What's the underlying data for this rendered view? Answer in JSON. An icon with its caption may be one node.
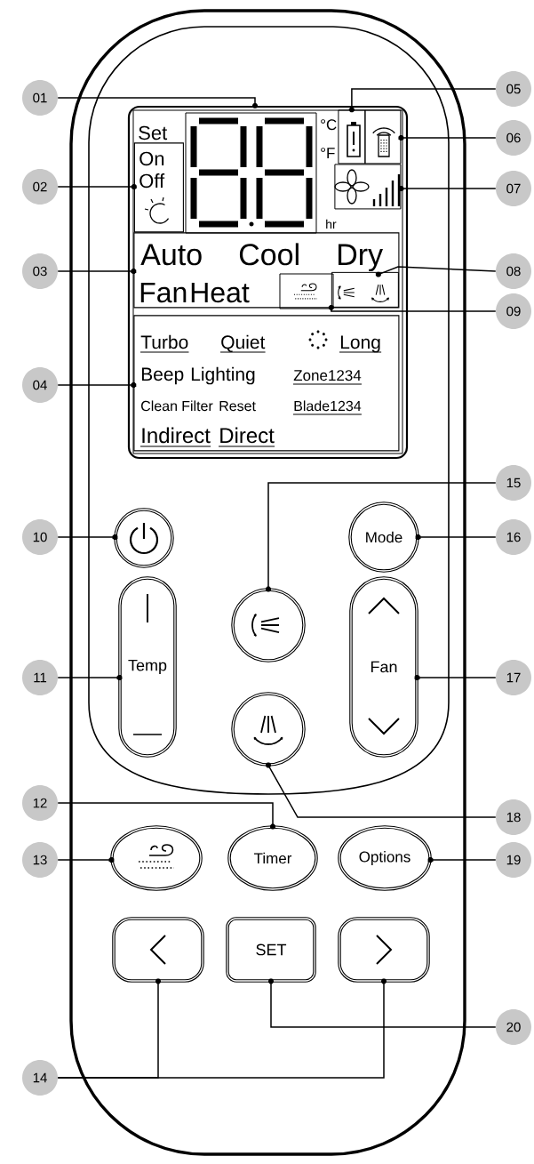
{
  "diagram": {
    "nodes": [
      {
        "text": [
          "Set",
          "°C",
          "°F",
          "hr"
        ]
      },
      {
        "text": [
          "On",
          "Off"
        ],
        "in": 0
      },
      {
        "text": [
          "Auto",
          "Cool",
          "Dry",
          "Fan",
          "Heat"
        ],
        "in": 0
      },
      {
        "text": [
          "Turbo",
          "Quiet",
          "Long",
          "Beep",
          "Lighting",
          "Zone1234",
          "Clean",
          "Filter",
          "Reset",
          "Blade1234",
          "Indirect",
          "Direct"
        ],
        "in": 0
      },
      {
        "text": [],
        "shape": "box",
        "in": 0
      },
      {
        "text": [],
        "shape": "box",
        "in": 0
      },
      {
        "text": [],
        "shape": "box",
        "in": 0
      },
      {
        "text": [],
        "shape": "box",
        "in": 2
      },
      {
        "text": [],
        "shape": "picture",
        "in": 7
      },
      {
        "text": [],
        "shape": "circle"
      },
      {
        "text": [
          "Mode"
        ]
      },
      {
        "text": [],
        "shape": "circle"
      },
      {
        "text": [
          "Temp"
        ]
      },
      {
        "text": [
          "Fan"
        ]
      },
      {
        "text": [],
        "shape": "circle"
      },
      {
        "text": [],
        "shape": "oval"
      },
      {
        "text": [
          "Timer"
        ]
      },
      {
        "text": [
          "Options"
        ]
      },
      {
        "text": [],
        "shape": "box"
      },
      {
        "text": [
          "SET"
        ]
      },
      {
        "text": [],
        "shape": "box"
      },
      {
        "text": [
          "01"
        ]
      },
      {
        "text": [
          "02"
        ]
      },
      {
        "text": [
          "03"
        ]
      },
      {
        "text": [
          "04"
        ]
      },
      {
        "text": [
          "05"
        ]
      },
      {
        "text": [
          "06"
        ]
      },
      {
        "text": [
          "07"
        ]
      },
      {
        "text": [
          "08"
        ]
      },
      {
        "text": [
          "09"
        ]
      },
      {
        "text": [
          "10"
        ]
      },
      {
        "text": [
          "11"
        ]
      },
      {
        "text": [
          "12"
        ]
      },
      {
        "text": [
          "13"
        ]
      },
      {
        "text": [
          "14"
        ]
      },
      {
        "text": [
          "15"
        ]
      },
      {
        "text": [
          "16"
        ]
      },
      {
        "text": [
          "17"
        ]
      },
      {
        "text": [
          "18"
        ]
      },
      {
        "text": [
          "19"
        ]
      },
      {
        "text": [
          "20"
        ]
      }
    ],
    "edges": [
      {
        "from": 21,
        "to": 0,
        "arrow": "other"
      },
      {
        "from": 22,
        "to": 1,
        "arrow": "other"
      },
      {
        "from": 23,
        "to": 2,
        "arrow": "other"
      },
      {
        "from": 24,
        "to": 3,
        "arrow": "other"
      },
      {
        "from": 25,
        "to": 4,
        "arrow": "other"
      },
      {
        "from": 26,
        "to": 5,
        "arrow": "other"
      },
      {
        "from": 27,
        "to": 6,
        "arrow": "other"
      },
      {
        "from": 28,
        "to": 8,
        "arrow": "other"
      },
      {
        "from": 29,
        "to": 7,
        "arrow": "other"
      },
      {
        "from": 30,
        "to": 9,
        "arrow": "other"
      },
      {
        "from": 31,
        "to": 12,
        "arrow": "other"
      },
      {
        "from": 32,
        "to": 16,
        "arrow": "other"
      },
      {
        "from": 33,
        "to": 15,
        "arrow": "other"
      },
      {
        "from": 34,
        "to": 18,
        "arrow": "other"
      },
      {
        "from": 34,
        "to": 20,
        "arrow": "other"
      },
      {
        "from": 35,
        "to": 11,
        "arrow": "other"
      },
      {
        "from": 36,
        "to": 10,
        "arrow": "other"
      },
      {
        "from": 37,
        "to": 13,
        "arrow": "other"
      },
      {
        "from": 38,
        "to": 14,
        "arrow": "other"
      },
      {
        "from": 39,
        "to": 17,
        "arrow": "other"
      },
      {
        "from": 40,
        "to": 19,
        "arrow": "other"
      }
    ]
  }
}
